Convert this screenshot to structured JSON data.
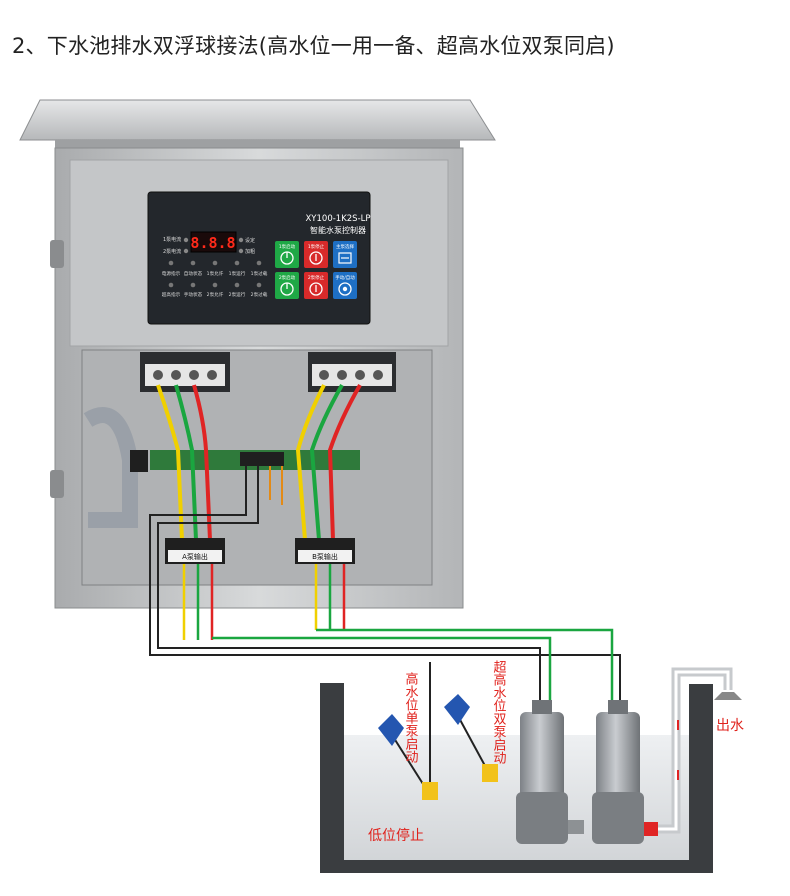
{
  "title": "2、下水池排水双浮球接法(高水位一用一备、超高水位双泵同启)",
  "controller": {
    "model": "XY100-1K2S-LP",
    "name": "智能水泵控制器",
    "display": "8.8.8",
    "left_labels": [
      "1泵电流",
      "2泵电流"
    ],
    "right_labels": [
      "设定",
      "加粗"
    ],
    "indicators_row1": [
      "电源指示",
      "自动状态",
      "1泵允许",
      "1泵运行",
      "1泵过载"
    ],
    "indicators_row2": [
      "超高指示",
      "手动状态",
      "2泵允许",
      "2泵运行",
      "2泵过载"
    ],
    "buttons": [
      {
        "label": "1泵启动",
        "color": "#1fa846"
      },
      {
        "label": "1泵停止",
        "color": "#d82a2a"
      },
      {
        "label": "主泵选择",
        "color": "#1e6fc4"
      },
      {
        "label": "2泵启动",
        "color": "#1fa846"
      },
      {
        "label": "2泵停止",
        "color": "#d82a2a"
      },
      {
        "label": "手动/自动",
        "color": "#1e6fc4"
      }
    ]
  },
  "terminals": {
    "a_output": "A泵输出",
    "b_output": "B泵输出"
  },
  "annotations": {
    "float_high": "高水位单泵启动",
    "float_super_high": "超高水位双泵启动",
    "low_stop": "低位停止",
    "outlet": "出水"
  },
  "colors": {
    "wire_yellow": "#f0d000",
    "wire_green": "#1aa640",
    "wire_red": "#e02424",
    "label_red": "#e0221c",
    "cabinet": "#c9cbcc",
    "float": "#2456b0"
  }
}
